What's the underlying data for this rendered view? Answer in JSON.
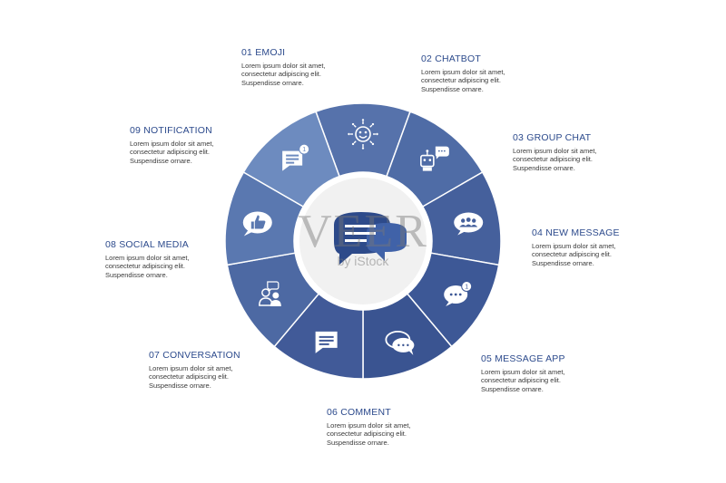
{
  "colors": {
    "segments": [
      "#5672ab",
      "#4f6ca6",
      "#45609c",
      "#3d5896",
      "#3a5491",
      "#415a98",
      "#4d69a3",
      "#5a78b0",
      "#6d8bbf"
    ],
    "center_icon": "#2d4a8a",
    "title_text": "#2c4a8c",
    "segment_divider": "#ffffff"
  },
  "items": [
    {
      "number": "01",
      "title": "01 EMOJI",
      "desc": [
        "Lorem ipsum dolor sit amet,",
        "consectetur adipiscing elit.",
        "Suspendisse ornare."
      ],
      "icon": "emoji-icon"
    },
    {
      "number": "02",
      "title": "02 CHATBOT",
      "desc": [
        "Lorem ipsum dolor sit amet,",
        "consectetur adipiscing elit.",
        "Suspendisse ornare."
      ],
      "icon": "chatbot-icon"
    },
    {
      "number": "03",
      "title": "03 GROUP CHAT",
      "desc": [
        "Lorem ipsum dolor sit amet,",
        "consectetur adipiscing elit.",
        "Suspendisse ornare."
      ],
      "icon": "group-chat-icon"
    },
    {
      "number": "04",
      "title": "04 NEW MESSAGE",
      "desc": [
        "Lorem ipsum dolor sit amet,",
        "consectetur adipiscing elit.",
        "Suspendisse ornare."
      ],
      "icon": "new-message-icon"
    },
    {
      "number": "05",
      "title": "05 MESSAGE APP",
      "desc": [
        "Lorem ipsum dolor sit amet,",
        "consectetur adipiscing elit.",
        "Suspendisse ornare."
      ],
      "icon": "message-app-icon"
    },
    {
      "number": "06",
      "title": "06 COMMENT",
      "desc": [
        "Lorem ipsum dolor sit amet,",
        "consectetur adipiscing elit.",
        "Suspendisse ornare."
      ],
      "icon": "comment-icon"
    },
    {
      "number": "07",
      "title": "07 CONVERSATION",
      "desc": [
        "Lorem ipsum dolor sit amet,",
        "consectetur adipiscing elit.",
        "Suspendisse ornare."
      ],
      "icon": "conversation-icon"
    },
    {
      "number": "08",
      "title": "08 SOCIAL MEDIA",
      "desc": [
        "Lorem ipsum dolor sit amet,",
        "consectetur adipiscing elit.",
        "Suspendisse ornare."
      ],
      "icon": "social-media-icon"
    },
    {
      "number": "09",
      "title": "09 NOTIFICATION",
      "desc": [
        "Lorem ipsum dolor sit amet,",
        "consectetur adipiscing elit.",
        "Suspendisse ornare."
      ],
      "icon": "notification-icon"
    }
  ],
  "watermark": {
    "big": "VEER",
    "small": "by iStock"
  }
}
